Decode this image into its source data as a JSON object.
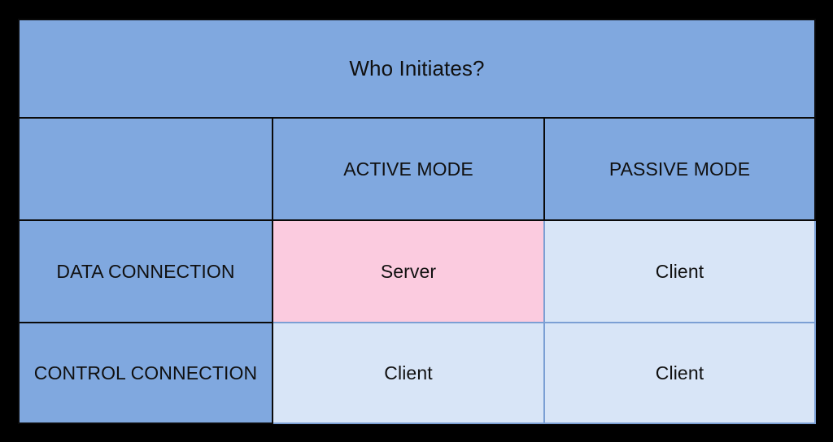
{
  "diagram": {
    "title": "Who Initiates?",
    "corner_label": "",
    "column_headers": [
      "ACTIVE MODE",
      "PASSIVE MODE"
    ],
    "rows": [
      {
        "header": "DATA CONNECTION",
        "cells": [
          {
            "value": "Server",
            "style": "pink"
          },
          {
            "value": "Client",
            "style": "light"
          }
        ]
      },
      {
        "header": "CONTROL CONNECTION",
        "cells": [
          {
            "value": "Client",
            "style": "light"
          },
          {
            "value": "Client",
            "style": "light"
          }
        ]
      }
    ],
    "colors": {
      "header_blue": "#80a8df",
      "highlight_pink": "#fbcbdf",
      "cell_light_blue": "#d8e5f7",
      "border_dark": "#0a0a0a",
      "border_light": "#7b9fd4",
      "background": "#000000",
      "text": "#101010"
    }
  }
}
